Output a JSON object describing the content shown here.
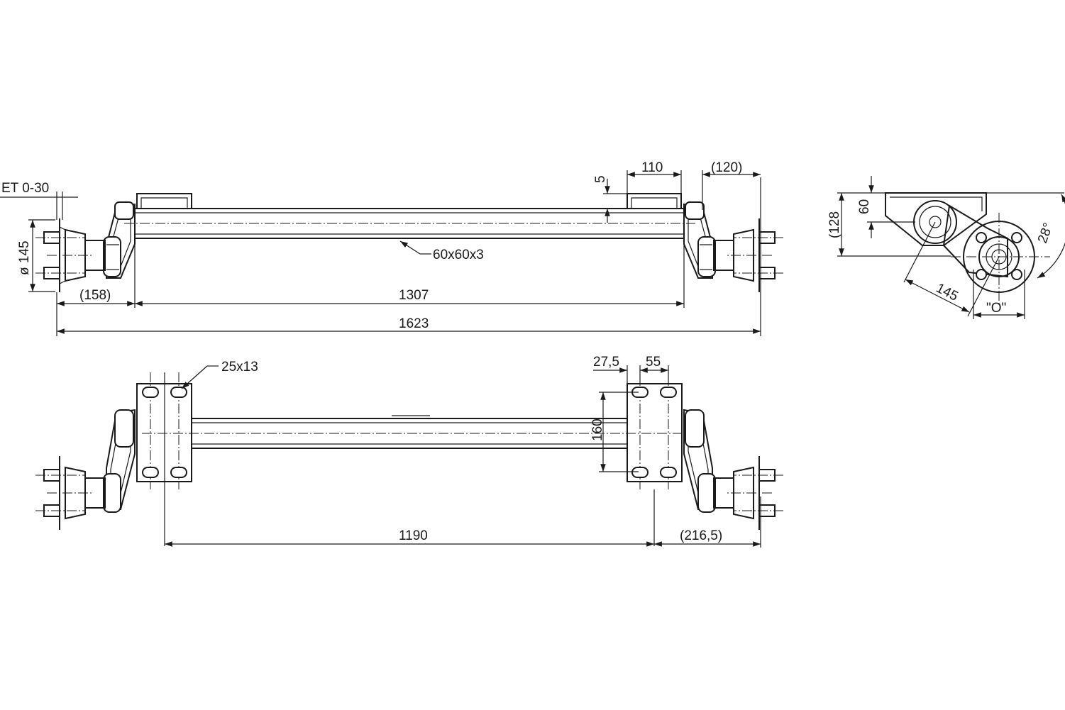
{
  "dimensions": {
    "et": "ET 0-30",
    "dia": "ø 145",
    "d158": "(158)",
    "d1307": "1307",
    "d1623": "1623",
    "tube": "60x60x3",
    "d5": "5",
    "d110": "110",
    "d120": "(120)",
    "hole": "25x13",
    "d27_5": "27,5",
    "d55": "55",
    "d160": "160",
    "d1190": "1190",
    "d216_5": "(216,5)",
    "side_128": "(128",
    "side_60": "60",
    "side_145": "145",
    "side_28": "28°",
    "side_o": "\"O\""
  }
}
